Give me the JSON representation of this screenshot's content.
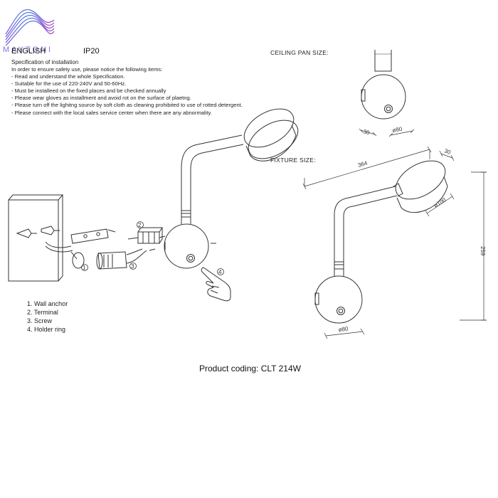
{
  "header": {
    "logo_text": "MAYTONI",
    "language": "ENGLISH",
    "ip_rating": "IP20"
  },
  "specification": {
    "title": "Specification of installation",
    "lines": [
      "In order to ensure safety use, please notice the following items:",
      "- Read and understand the whole Specification.",
      "- Suitable for the use of 220-240V and 50-60Hz.",
      "- Must be installeed on the fixed places and be checked annually",
      "- Please wear gloves as installment and avoid rot on the surface of plaetng.",
      "- Please turn off the lighitng source by soft cloth as cleaning prohibited to use of rotted detergent.",
      "- Please connect with the local sales service center when there are any abnormality."
    ]
  },
  "ceiling_pan": {
    "label": "CEILING PAN  SIZE:",
    "dim_depth": "30",
    "dim_diameter": "ø80"
  },
  "fixture": {
    "label": "FIXTURE SIZE:",
    "dim_length": "364",
    "dim_head_depth": "30",
    "dim_head_diameter": "ø100",
    "dim_height": "259",
    "dim_base_diameter": "ø80"
  },
  "callouts": [
    "1",
    "2",
    "3",
    "4"
  ],
  "legend": {
    "items": [
      "1. Wall anchor",
      "2. Terminal",
      "3. Screw",
      "4. Holder ring"
    ]
  },
  "product": {
    "coding": "Product coding: CLT 214W"
  }
}
